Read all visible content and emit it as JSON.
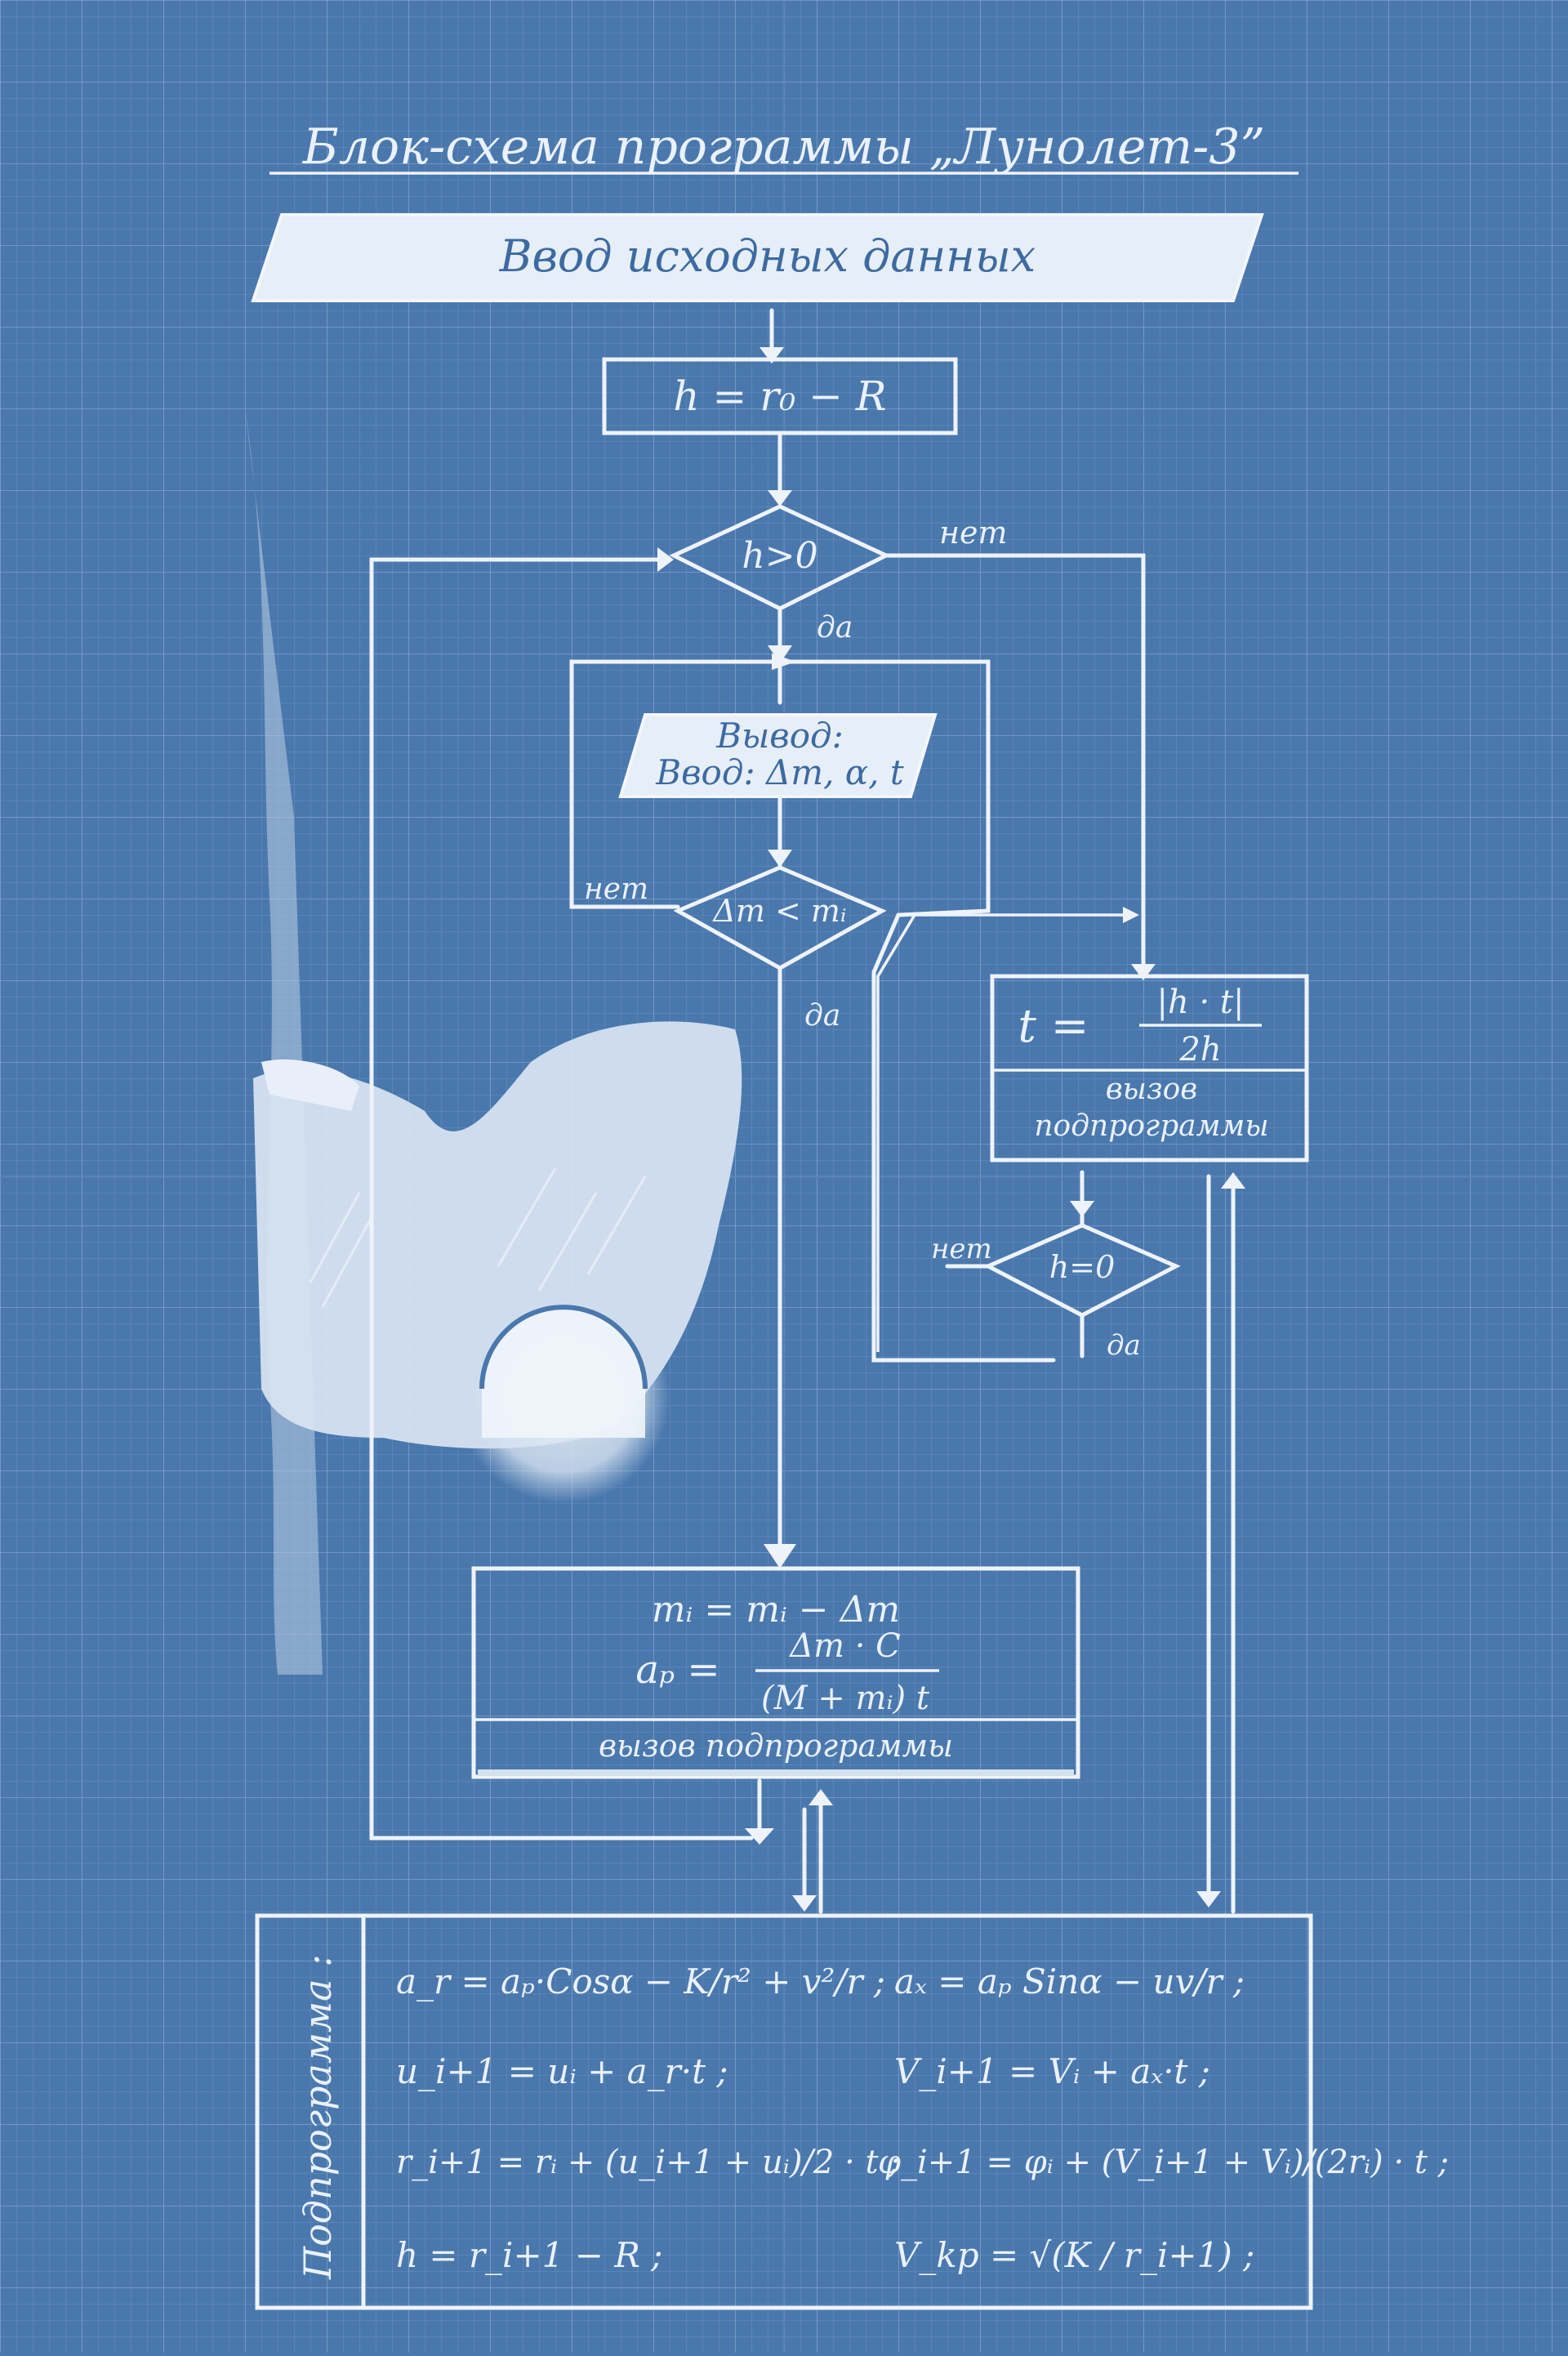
{
  "title": "Блок-схема программы „Лунолет-3”",
  "input_block": "Ввод исходных данных",
  "h_assign": "h = r₀ − R",
  "decision_h_pos": "h>0",
  "label_no": "нет",
  "label_yes": "да",
  "io_block": {
    "line1": "Вывод:",
    "line2": "Ввод: Δm, α, t"
  },
  "decision_dm": "Δm < mᵢ",
  "t_block": {
    "lhs": "t =",
    "numerator": "|h · t|",
    "denominator": "2h",
    "call": [
      "вызов",
      "подпрограммы"
    ]
  },
  "decision_h_zero": "h=0",
  "main_block": {
    "line1": "mᵢ  =  mᵢ − Δm",
    "lhs2": "aₚ =",
    "num2": "Δm · C",
    "den2": "(M + mᵢ) t",
    "call": "вызов  подпрограммы"
  },
  "subprogram": {
    "label": "Подпрограмма :",
    "rows": [
      [
        "a_r = aₚ·Cosα − K/r² + v²/r ;",
        "aₓ = aₚ Sinα − uv/r ;"
      ],
      [
        "u_i+1 = uᵢ + a_r·t ;",
        "V_i+1 = Vᵢ + aₓ·t ;"
      ],
      [
        "r_i+1 = rᵢ + (u_i+1 + uᵢ)/2 · t ;",
        "φ_i+1 = φᵢ + (V_i+1 + Vᵢ)/(2rᵢ) · t ;"
      ],
      [
        "h  = r_i+1 − R ;",
        "V_kp = √(K / r_i+1) ;"
      ]
    ]
  },
  "colors": {
    "paper": "#4a78ad",
    "ink": "#eef3fa",
    "grid": "#7fa2ca"
  }
}
